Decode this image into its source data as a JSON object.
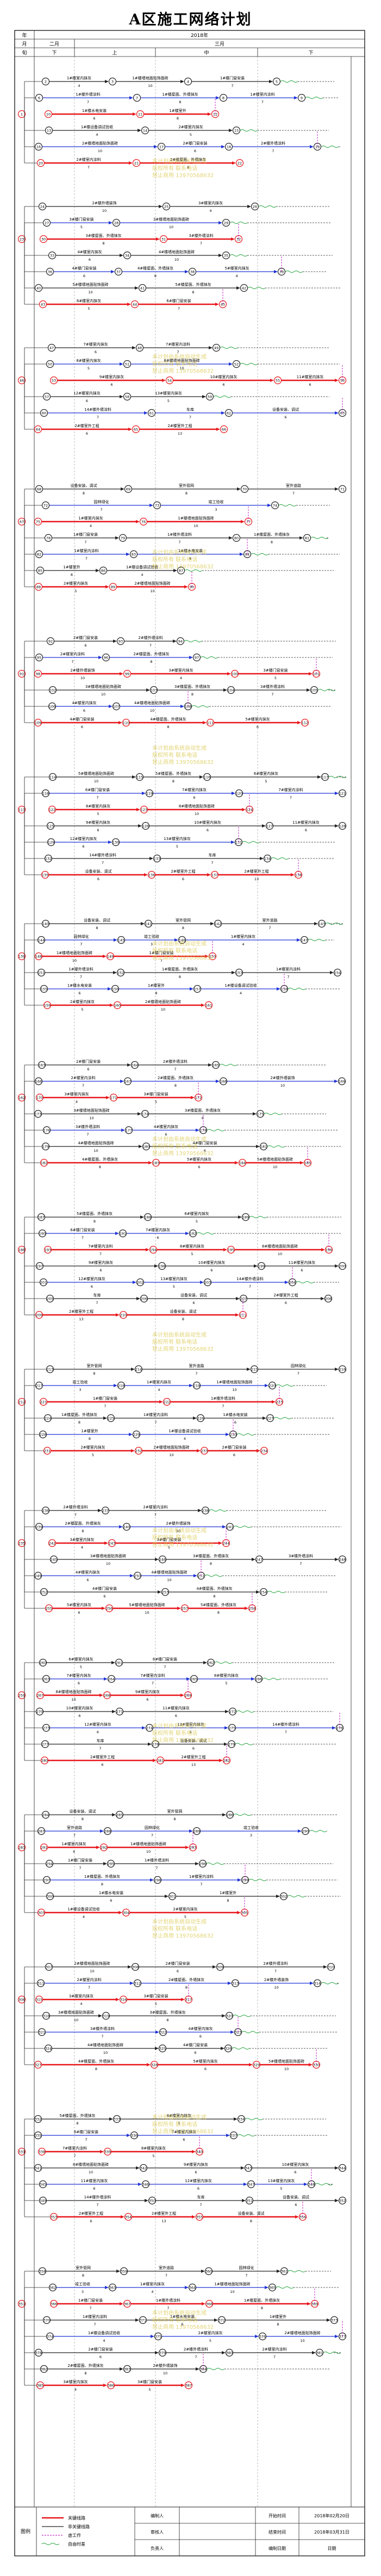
{
  "title": "A区施工网络计划",
  "header": {
    "year_label": "年",
    "year_value": "2018年",
    "month_label": "月",
    "months": [
      "二月",
      "三月"
    ],
    "xun_label": "旬",
    "xuns": [
      "下",
      "上",
      "中",
      "下"
    ]
  },
  "activities": [
    {
      "label": "1#楼室内抹灰",
      "dur": "4"
    },
    {
      "label": "1#楼墙地面贴饰面砖",
      "dur": "10"
    },
    {
      "label": "1#楼门窗安装",
      "dur": "7"
    },
    {
      "label": "1#楼外墙涂料",
      "dur": "7"
    },
    {
      "label": "1#楼屋面、外墙抹灰",
      "dur": "8"
    },
    {
      "label": "1#楼室内涂料",
      "dur": "7"
    },
    {
      "label": "1#楼水电安装",
      "dur": "6"
    },
    {
      "label": "1#楼室外",
      "dur": "8"
    },
    {
      "label": "1#楼设备调试验收",
      "dur": "4"
    },
    {
      "label": "2#楼室内抹灰",
      "dur": "5"
    },
    {
      "label": "2#楼墙地面贴饰面砖",
      "dur": "10"
    },
    {
      "label": "2#楼门窗安装",
      "dur": "6"
    },
    {
      "label": "2#楼外墙涂料",
      "dur": "7"
    },
    {
      "label": "2#楼室内涂料",
      "dur": "7"
    },
    {
      "label": "2#楼屋面、外墙抹灰",
      "dur": "8"
    },
    {
      "label": "2#楼外墙装饰",
      "dur": "10"
    },
    {
      "label": "3#楼室内抹灰",
      "dur": "4"
    },
    {
      "label": "3#楼门窗安装",
      "dur": "5"
    },
    {
      "label": "3#楼墙地面贴饰面砖",
      "dur": "10"
    },
    {
      "label": "3#楼屋面、外墙抹灰",
      "dur": "8"
    },
    {
      "label": "3#楼外墙涂料",
      "dur": "7"
    },
    {
      "label": "4#楼室内抹灰",
      "dur": "6"
    },
    {
      "label": "4#楼墙地面贴饰面砖",
      "dur": "10"
    },
    {
      "label": "4#楼门窗安装",
      "dur": "6"
    },
    {
      "label": "4#楼屋面、外墙抹灰",
      "dur": "8"
    },
    {
      "label": "5#楼室内抹灰",
      "dur": "6"
    },
    {
      "label": "5#楼墙地面贴饰面砖",
      "dur": "10"
    },
    {
      "label": "5#楼屋面、外墙抹灰",
      "dur": "8"
    },
    {
      "label": "6#楼室内抹灰",
      "dur": "5"
    },
    {
      "label": "6#楼门窗安装",
      "dur": "7"
    },
    {
      "label": "7#楼室内抹灰",
      "dur": "6"
    },
    {
      "label": "7#楼室内涂料",
      "dur": "7"
    },
    {
      "label": "8#楼室内抹灰",
      "dur": "5"
    },
    {
      "label": "8#楼墙地面贴饰面砖",
      "dur": "10"
    },
    {
      "label": "9#楼室内抹灰",
      "dur": "6"
    },
    {
      "label": "10#楼室内抹灰",
      "dur": "6"
    },
    {
      "label": "11#楼室内抹灰",
      "dur": "6"
    },
    {
      "label": "12#楼室内抹灰",
      "dur": "6"
    },
    {
      "label": "13#楼室内抹灰",
      "dur": "5"
    },
    {
      "label": "14#楼外墙涂料",
      "dur": "7"
    },
    {
      "label": "车库",
      "dur": "7"
    },
    {
      "label": "设备安装、调试",
      "dur": "6"
    },
    {
      "label": "2#楼室外工程",
      "dur": "6"
    },
    {
      "label": "2#楼室外工程",
      "dur": "13"
    },
    {
      "label": "设备安装、调试",
      "dur": "8"
    },
    {
      "label": "室外管网",
      "dur": "8"
    },
    {
      "label": "室外道路",
      "dur": "7"
    },
    {
      "label": "园林绿化",
      "dur": "7"
    },
    {
      "label": "竣工验收",
      "dur": "3"
    }
  ],
  "legend": {
    "title": "图例",
    "items": [
      "关键线路",
      "非关键线路",
      "虚工作",
      "自由时差"
    ]
  },
  "footer": {
    "cells": [
      [
        "编制人",
        "",
        "开始时间",
        "2018年02月20日"
      ],
      [
        "审核人",
        "",
        "结束时间",
        "2018年03月31日"
      ],
      [
        "负责人",
        "",
        "编制日期",
        "日期"
      ]
    ]
  },
  "watermark": {
    "lines": [
      "本计划由系统自动生成",
      "版权所有 联系电话",
      "禁止商用 13970568632"
    ]
  }
}
